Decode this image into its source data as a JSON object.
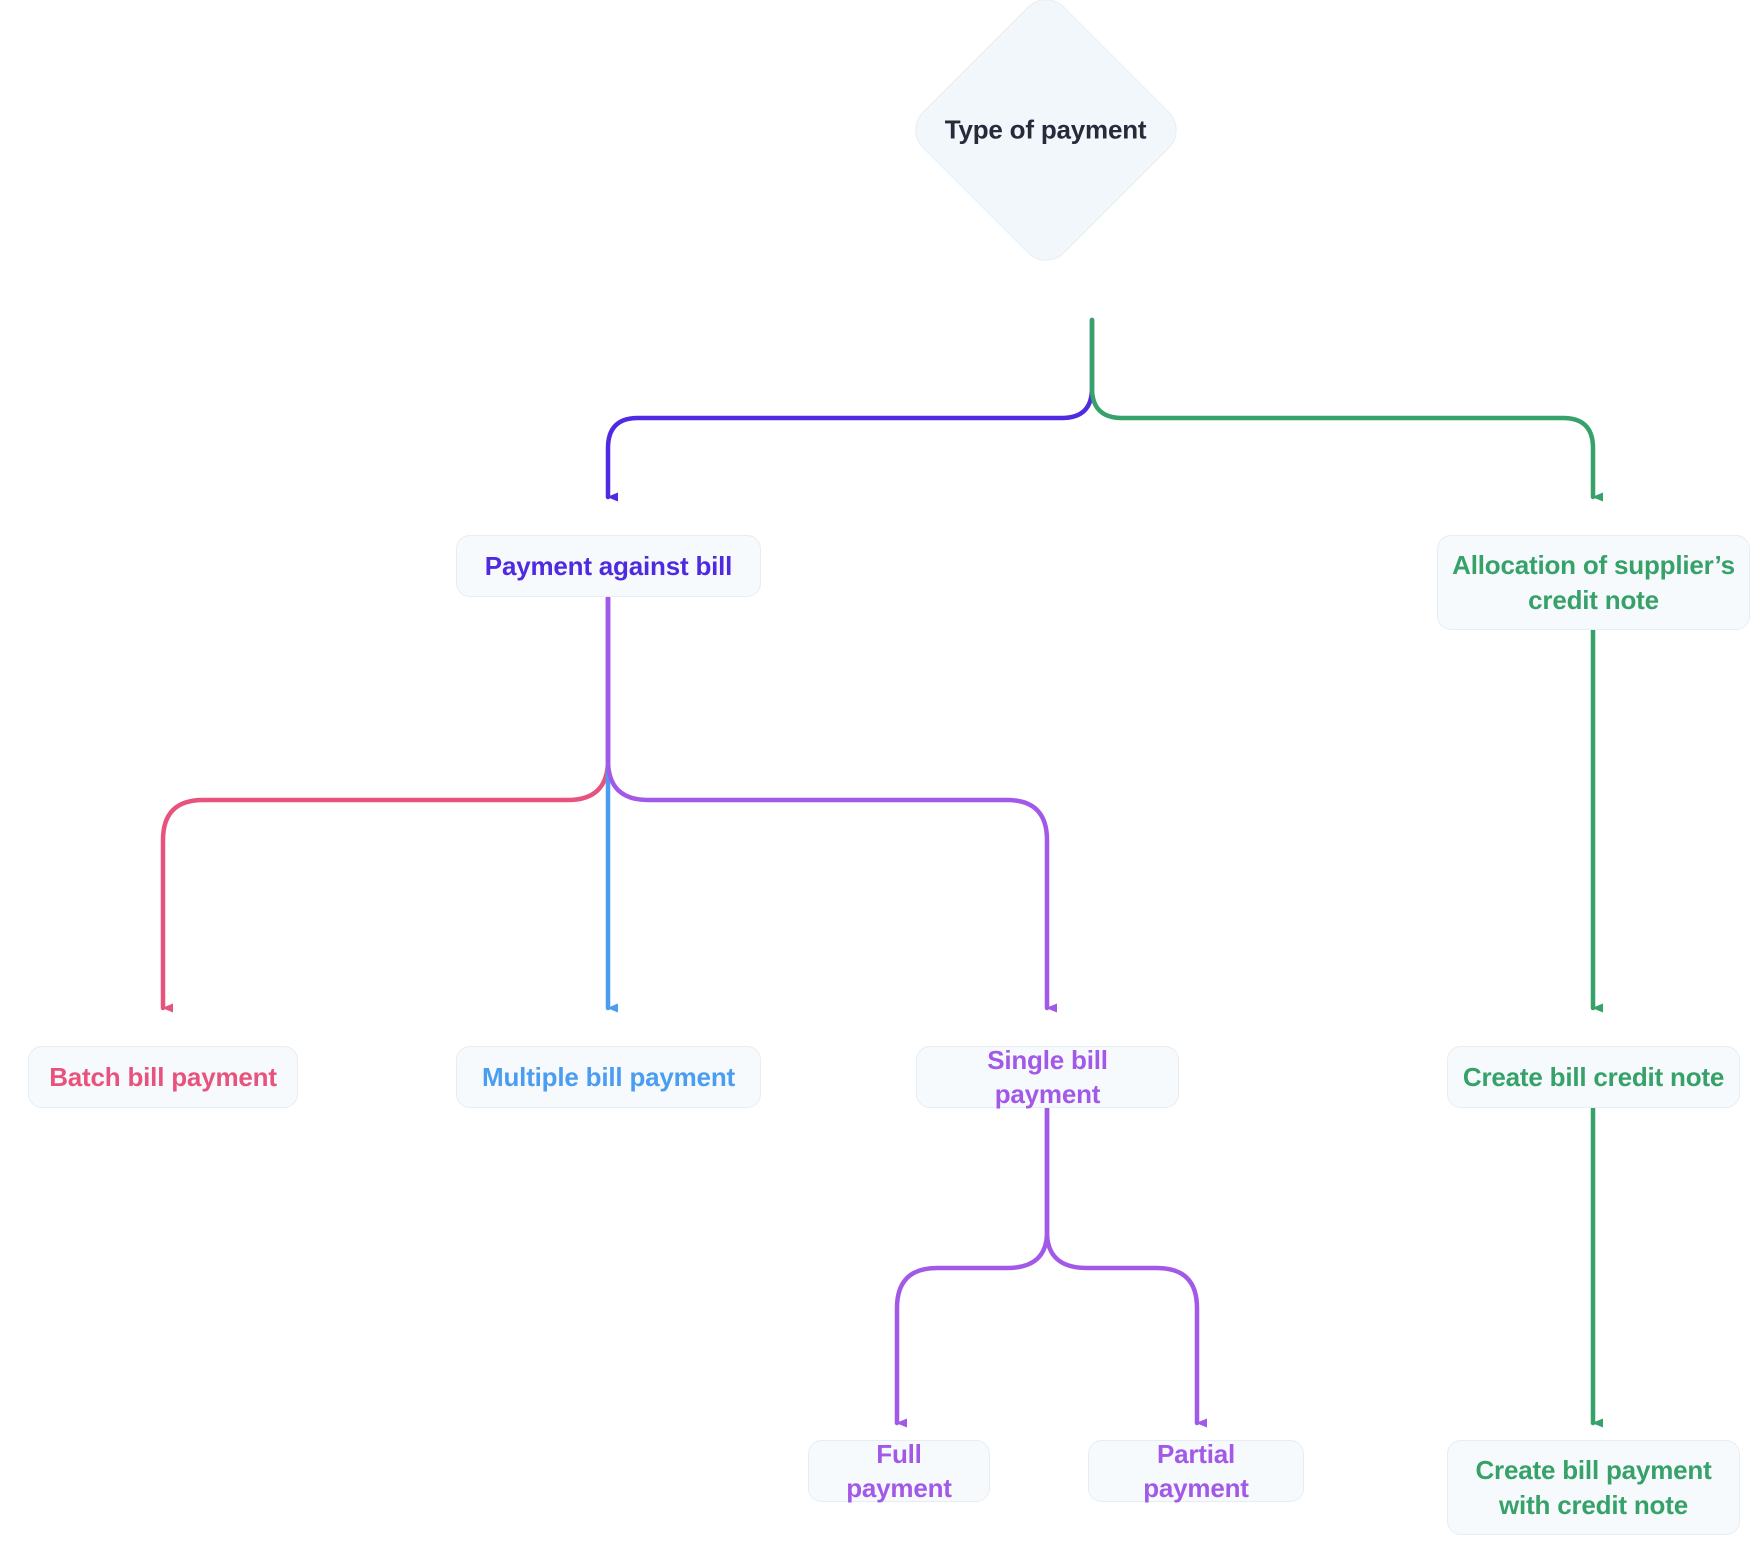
{
  "diagram": {
    "type": "flowchart",
    "title": "Type of payment",
    "background": "#ffffff",
    "node_fill": "#f7fafc",
    "node_border": "#e6edf3"
  },
  "colors": {
    "root_text": "#252b3b",
    "indigo": "#4f2ae0",
    "green": "#36a169",
    "blue": "#4a9df0",
    "pink": "#e8537e",
    "purple": "#a259e8"
  },
  "nodes": {
    "root": {
      "label": "Type of payment",
      "shape": "diamond",
      "color": "#252b3b"
    },
    "payment_against_bill": {
      "label": "Payment against bill",
      "shape": "rounded-rect",
      "color": "#4f2ae0"
    },
    "allocation_credit_note": {
      "label": "Allocation of supplier’s\ncredit note",
      "shape": "rounded-rect",
      "color": "#36a169"
    },
    "batch_bill_payment": {
      "label": "Batch bill payment",
      "shape": "rounded-rect",
      "color": "#e8537e"
    },
    "multiple_bill_payment": {
      "label": "Multiple bill payment",
      "shape": "rounded-rect",
      "color": "#4a9df0"
    },
    "single_bill_payment": {
      "label": "Single bill payment",
      "shape": "rounded-rect",
      "color": "#a259e8"
    },
    "create_bill_credit_note": {
      "label": "Create bill credit note",
      "shape": "rounded-rect",
      "color": "#36a169"
    },
    "full_payment": {
      "label": "Full payment",
      "shape": "rounded-rect",
      "color": "#a259e8"
    },
    "partial_payment": {
      "label": "Partial payment",
      "shape": "rounded-rect",
      "color": "#a259e8"
    },
    "create_bill_payment_with_credit_note": {
      "label": "Create bill payment\nwith credit note",
      "shape": "rounded-rect",
      "color": "#36a169"
    }
  },
  "edges": [
    {
      "from": "root",
      "to": "payment_against_bill",
      "color": "#4f2ae0",
      "arrow": true
    },
    {
      "from": "root",
      "to": "allocation_credit_note",
      "color": "#36a169",
      "arrow": true
    },
    {
      "from": "payment_against_bill",
      "to": "batch_bill_payment",
      "color": "#e8537e",
      "arrow": true
    },
    {
      "from": "payment_against_bill",
      "to": "multiple_bill_payment",
      "color": "#4a9df0",
      "arrow": true
    },
    {
      "from": "payment_against_bill",
      "to": "single_bill_payment",
      "color": "#a259e8",
      "arrow": true
    },
    {
      "from": "allocation_credit_note",
      "to": "create_bill_credit_note",
      "color": "#36a169",
      "arrow": true
    },
    {
      "from": "single_bill_payment",
      "to": "full_payment",
      "color": "#a259e8",
      "arrow": true
    },
    {
      "from": "single_bill_payment",
      "to": "partial_payment",
      "color": "#a259e8",
      "arrow": true
    },
    {
      "from": "create_bill_credit_note",
      "to": "create_bill_payment_with_credit_note",
      "color": "#36a169",
      "arrow": true
    }
  ]
}
